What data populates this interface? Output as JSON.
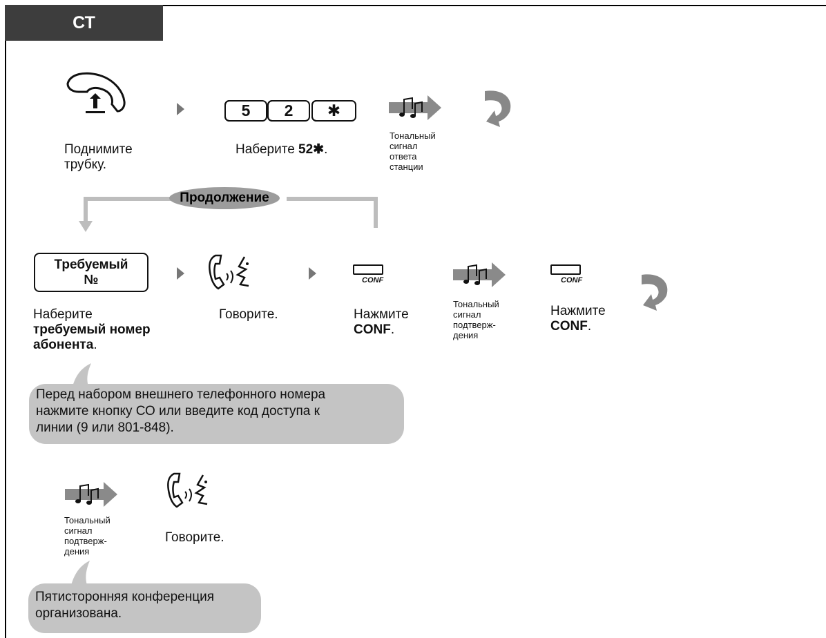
{
  "tab": {
    "title": "СТ"
  },
  "step1": {
    "line1": "Поднимите",
    "line2": "трубку."
  },
  "step2": {
    "prefix": "Наберите ",
    "bold": "52✱",
    "suffix": ".",
    "keys": [
      "5",
      "2",
      "✱"
    ]
  },
  "tone1": {
    "l1": "Тональный",
    "l2": "сигнал",
    "l3": "ответа",
    "l4": "станции"
  },
  "continue_label": "Продолжение",
  "step3": {
    "box_l1": "Требуемый",
    "box_l2": "№",
    "cap1": "Наберите",
    "cap2": "требуемый номер",
    "cap3": "абонента",
    "cap3_suffix": "."
  },
  "step4": {
    "caption": "Говорите."
  },
  "step5": {
    "btn_label": "CONF",
    "cap1": "Нажмите",
    "cap2": "CONF",
    "cap2_suffix": "."
  },
  "tone2": {
    "l1": "Тональный",
    "l2": "сигнал",
    "l3": "подтверж-",
    "l4": "дения"
  },
  "step6": {
    "btn_label": "CONF",
    "cap1": "Нажмите",
    "cap2": "CONF",
    "cap2_suffix": "."
  },
  "note1": {
    "l1": "Перед набором внешнего телефонного номера",
    "l2": "нажмите кнопку СО или введите код доступа к",
    "l3": "линии (9 или 801-848)."
  },
  "tone3": {
    "l1": "Тональный",
    "l2": "сигнал",
    "l3": "подтверж-",
    "l4": "дения"
  },
  "step7": {
    "caption": "Говорите."
  },
  "note2": {
    "l1": "Пятисторонняя конференция",
    "l2": "организована."
  },
  "colors": {
    "tab_bg": "#3d3d3d",
    "bubble": "#c4c4c4",
    "arrow": "#777777",
    "pill": "#9c9c9c",
    "connector": "#bdbdbd"
  }
}
